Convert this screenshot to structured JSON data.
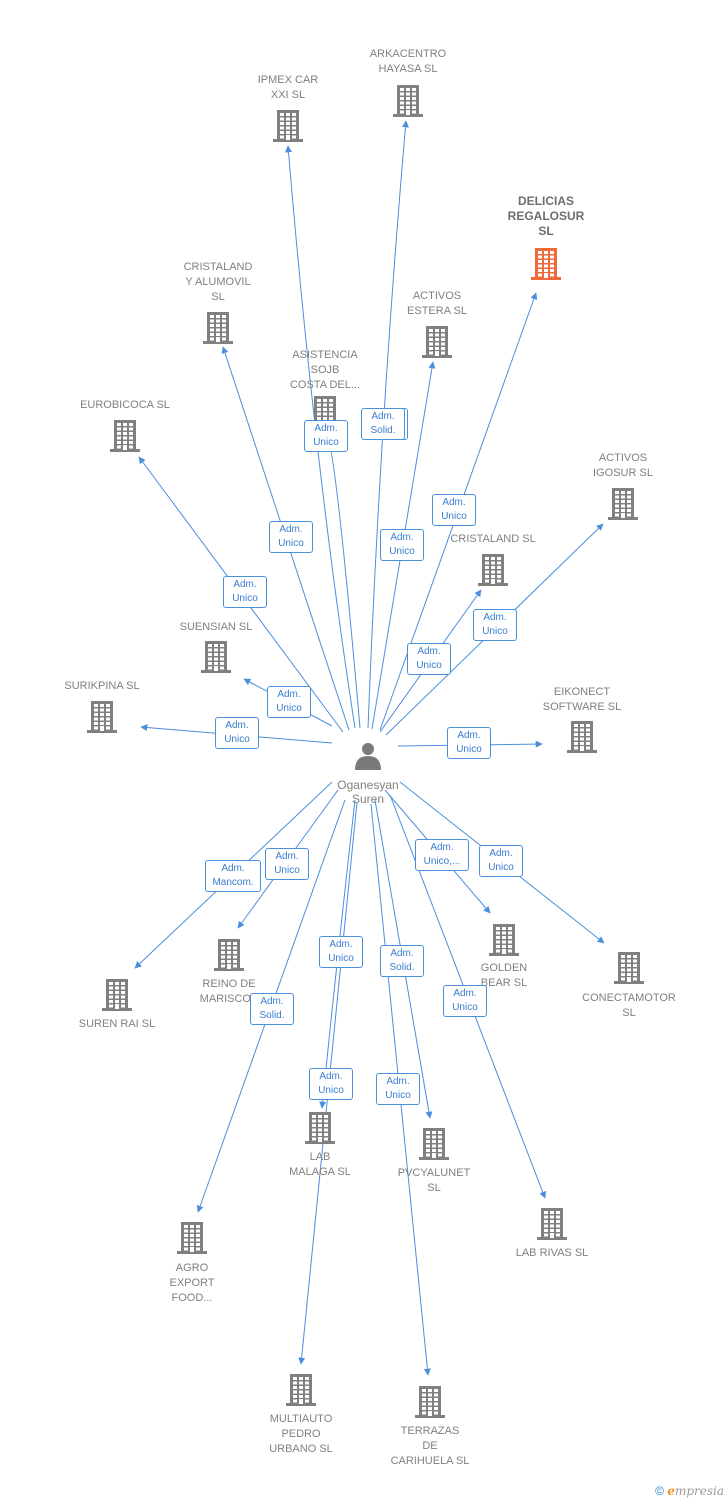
{
  "person": {
    "name": [
      "Oganesyan",
      "Suren"
    ],
    "icon": "person-icon"
  },
  "colors": {
    "edge": "#4a8fdc",
    "building": "#808080",
    "highlight": "#ee6a3a"
  },
  "companies": [
    {
      "id": "ipmex",
      "lines": [
        "IPMEX CAR",
        "XXI SL"
      ]
    },
    {
      "id": "arkacentro",
      "lines": [
        "ARKACENTRO",
        "HAYASA SL"
      ]
    },
    {
      "id": "delicias",
      "lines": [
        "DELICIAS",
        "REGALOSUR",
        "SL"
      ],
      "highlight": true
    },
    {
      "id": "cristaland-alumovil",
      "lines": [
        "CRISTALAND",
        "Y ALUMOVIL",
        "SL"
      ]
    },
    {
      "id": "activos-estera",
      "lines": [
        "ACTIVOS",
        "ESTERA  SL"
      ]
    },
    {
      "id": "asistencia",
      "lines": [
        "ASISTENCIA",
        "SOJB",
        "COSTA DEL..."
      ]
    },
    {
      "id": "eurobicoca",
      "lines": [
        "EUROBICOCA SL"
      ]
    },
    {
      "id": "activos-igosur",
      "lines": [
        "ACTIVOS",
        "IGOSUR  SL"
      ]
    },
    {
      "id": "cristaland",
      "lines": [
        "CRISTALAND SL"
      ]
    },
    {
      "id": "suensian",
      "lines": [
        "SUENSIAN  SL"
      ]
    },
    {
      "id": "surikpina",
      "lines": [
        "SURIKPINA  SL"
      ]
    },
    {
      "id": "eikonect",
      "lines": [
        "EIKONECT",
        "SOFTWARE SL"
      ]
    },
    {
      "id": "suren-rai",
      "lines": [
        "SUREN RAI SL"
      ]
    },
    {
      "id": "reino",
      "lines": [
        "REINO DE",
        "MARISCOS"
      ]
    },
    {
      "id": "golden-bear",
      "lines": [
        "GOLDEN",
        "BEAR SL"
      ]
    },
    {
      "id": "conectamotor",
      "lines": [
        "CONECTAMOTOR",
        "SL"
      ]
    },
    {
      "id": "lab-malaga",
      "lines": [
        "LAB",
        "MALAGA SL"
      ]
    },
    {
      "id": "pvcyalunet",
      "lines": [
        "PVCYALUNET",
        "SL"
      ]
    },
    {
      "id": "lab-rivas",
      "lines": [
        "LAB RIVAS SL"
      ]
    },
    {
      "id": "agro",
      "lines": [
        "AGRO",
        "EXPORT",
        "FOOD..."
      ]
    },
    {
      "id": "multiauto",
      "lines": [
        "MULTIAUTO",
        "PEDRO",
        "URBANO SL"
      ]
    },
    {
      "id": "terrazas",
      "lines": [
        "TERRAZAS",
        "DE",
        "CARIHUELA  SL"
      ]
    }
  ],
  "relations": [
    {
      "target": "ipmex",
      "lines": [
        "Adm.",
        "Unico"
      ]
    },
    {
      "target": "arkacentro",
      "lines": [
        "Adm.",
        "Solid."
      ]
    },
    {
      "target": "delicias",
      "lines": [
        "Adm.",
        "Unico"
      ]
    },
    {
      "target": "cristaland-alumovil",
      "lines": [
        "Adm.",
        "Unico"
      ]
    },
    {
      "target": "activos-estera",
      "lines": [
        "Adm.",
        "Unico"
      ]
    },
    {
      "target": "asistencia",
      "lines": [
        "Adm.",
        "Solid."
      ]
    },
    {
      "target": "eurobicoca",
      "lines": [
        "Adm.",
        "Unico"
      ]
    },
    {
      "target": "activos-igosur",
      "lines": [
        "Adm.",
        "Unico"
      ]
    },
    {
      "target": "cristaland",
      "lines": [
        "Adm.",
        "Unico"
      ]
    },
    {
      "target": "suensian",
      "lines": [
        "Adm.",
        "Unico"
      ]
    },
    {
      "target": "surikpina",
      "lines": [
        "Adm.",
        "Unico"
      ]
    },
    {
      "target": "eikonect",
      "lines": [
        "Adm.",
        "Unico"
      ]
    },
    {
      "target": "suren-rai",
      "lines": [
        "Adm.",
        "Mancom."
      ]
    },
    {
      "target": "reino",
      "lines": [
        "Adm.",
        "Unico"
      ]
    },
    {
      "target": "golden-bear",
      "lines": [
        "Adm.",
        "Unico,..."
      ]
    },
    {
      "target": "conectamotor",
      "lines": [
        "Adm.",
        "Unico"
      ]
    },
    {
      "target": "lab-malaga",
      "lines": [
        "Adm.",
        "Unico"
      ]
    },
    {
      "target": "pvcyalunet",
      "lines": [
        "Adm.",
        "Solid."
      ]
    },
    {
      "target": "lab-rivas",
      "lines": [
        "Adm.",
        "Unico"
      ]
    },
    {
      "target": "agro",
      "lines": [
        "Adm.",
        "Solid."
      ]
    },
    {
      "target": "multiauto",
      "lines": [
        "Adm.",
        "Unico"
      ]
    },
    {
      "target": "terrazas",
      "lines": [
        "Adm.",
        "Unico"
      ]
    }
  ],
  "footer": {
    "copyright": "©",
    "brand_e": "e",
    "brand_rest": "mpresia"
  }
}
